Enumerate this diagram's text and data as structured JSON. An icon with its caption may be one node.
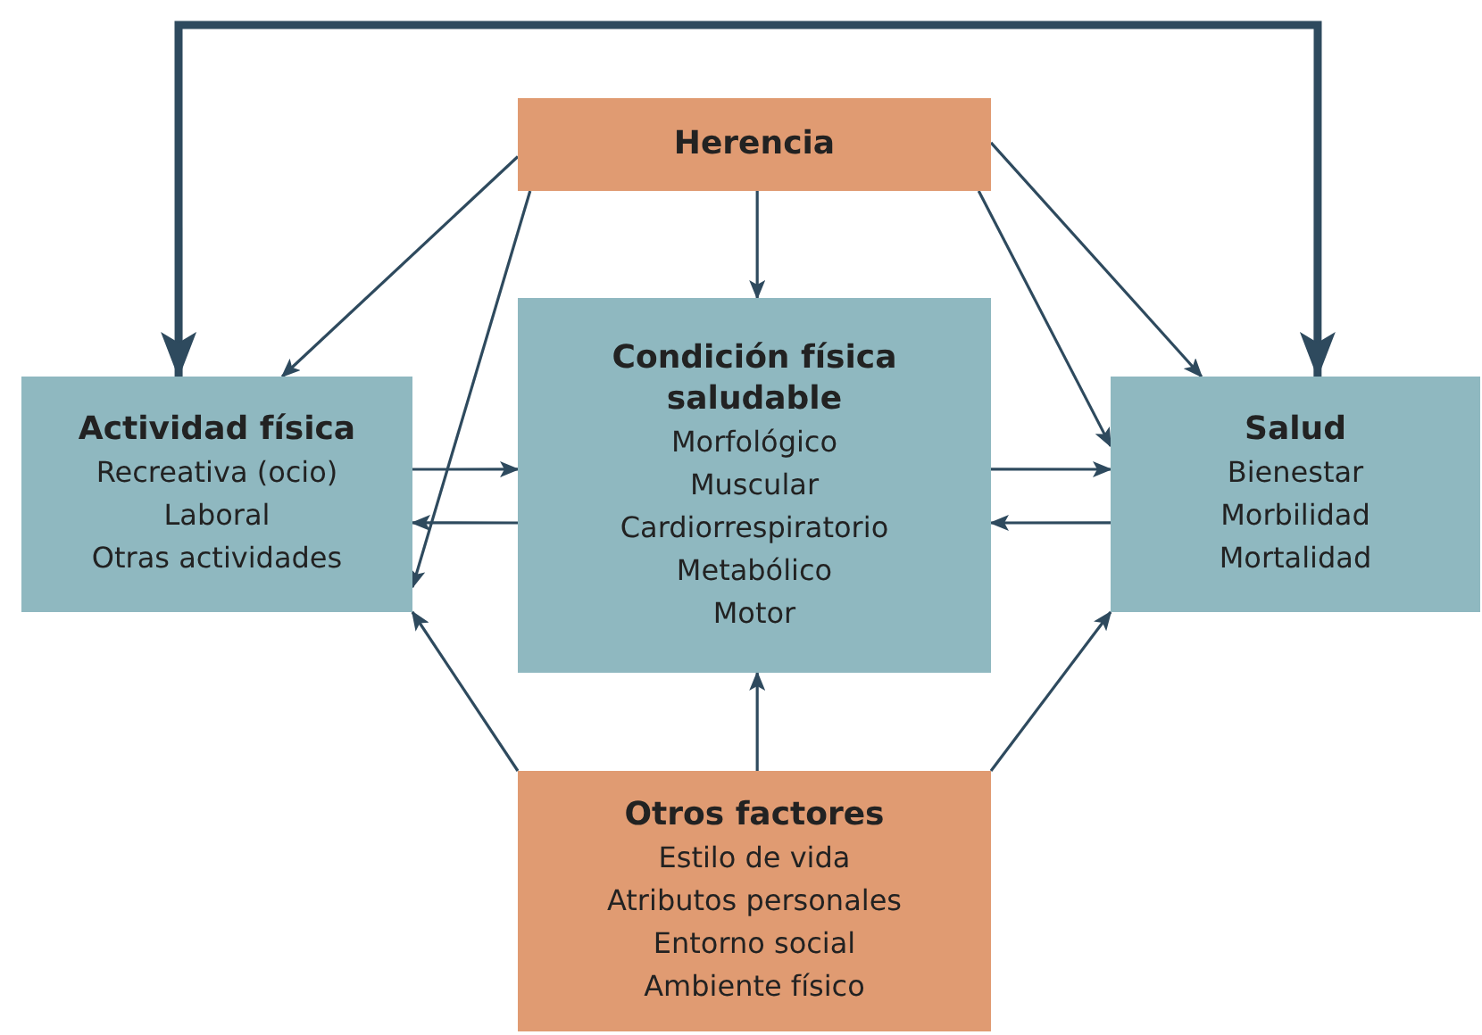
{
  "diagram": {
    "nodes": [
      {
        "text": [
          "Herencia"
        ]
      },
      {
        "text": [
          "Actividad física",
          "Recreativa (ocio)",
          "Laboral",
          "Otras actividades"
        ]
      },
      {
        "text": [
          "Condición física saludable",
          "Morfológico",
          "Muscular",
          "Cardiorrespiratorio",
          "Metabólico",
          "Motor"
        ]
      },
      {
        "text": [
          "Salud",
          "Bienestar",
          "Morbilidad",
          "Mortalidad"
        ]
      },
      {
        "text": [
          "Otros factores",
          "Estilo de vida",
          "Atributos personales",
          "Entorno social",
          "Ambiente físico"
        ]
      }
    ],
    "edges": [
      {
        "from": 1,
        "to": 3,
        "arrow": "both",
        "style": "thick"
      },
      {
        "from": 0,
        "to": 1,
        "arrow": "to"
      },
      {
        "from": 0,
        "to": 1,
        "arrow": "to"
      },
      {
        "from": 0,
        "to": 2,
        "arrow": "to"
      },
      {
        "from": 0,
        "to": 3,
        "arrow": "to"
      },
      {
        "from": 0,
        "to": 3,
        "arrow": "to"
      },
      {
        "from": 1,
        "to": 2,
        "arrow": "to"
      },
      {
        "from": 2,
        "to": 1,
        "arrow": "to"
      },
      {
        "from": 2,
        "to": 3,
        "arrow": "to"
      },
      {
        "from": 3,
        "to": 2,
        "arrow": "to"
      },
      {
        "from": 4,
        "to": 1,
        "arrow": "to"
      },
      {
        "from": 4,
        "to": 2,
        "arrow": "to"
      },
      {
        "from": 4,
        "to": 3,
        "arrow": "to"
      }
    ]
  }
}
